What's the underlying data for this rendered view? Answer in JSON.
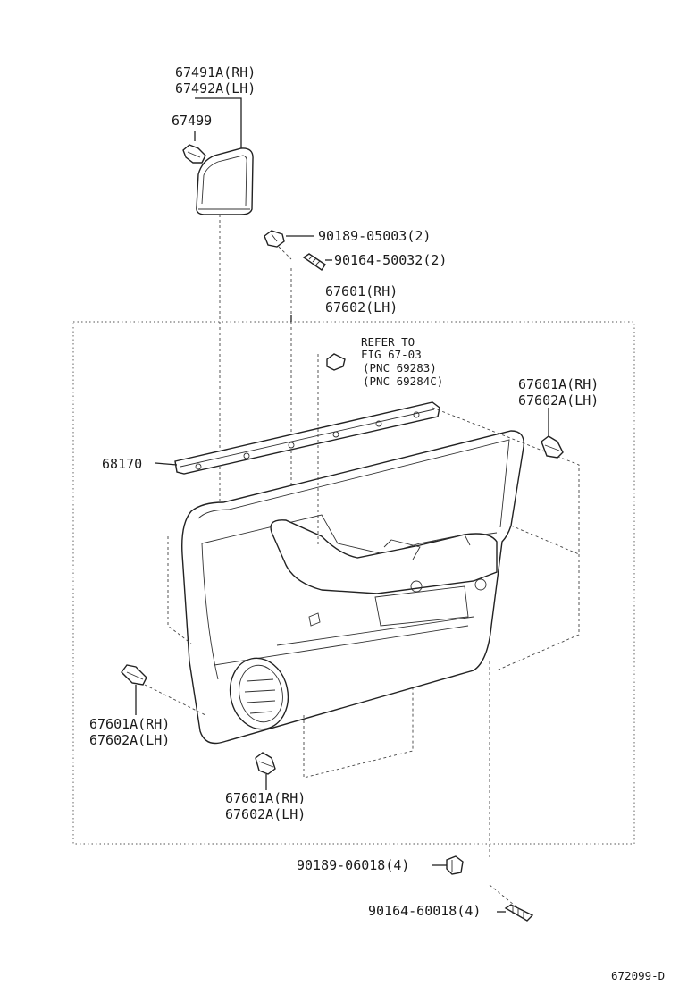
{
  "labels": {
    "corner_cover_rh": "67491A(RH)",
    "corner_cover_lh": "67492A(LH)",
    "clip_67499": "67499",
    "nut_1": "90189-05003(2)",
    "screw_1": "90164-50032(2)",
    "panel_rh": "67601(RH)",
    "panel_lh": "67602(LH)",
    "refer_line1": "REFER TO",
    "refer_line2": "FIG 67-03",
    "refer_line3": "(PNC 69283)",
    "refer_line4": "(PNC 69284C)",
    "clip_right_rh": "67601A(RH)",
    "clip_right_lh": "67602A(LH)",
    "weatherstrip": "68170",
    "clip_left_rh": "67601A(RH)",
    "clip_left_lh": "67602A(LH)",
    "clip_bottom_rh": "67601A(RH)",
    "clip_bottom_lh": "67602A(LH)",
    "nut_2": "90189-06018(4)",
    "screw_2": "90164-60018(4)",
    "figure_code": "672099-D"
  }
}
